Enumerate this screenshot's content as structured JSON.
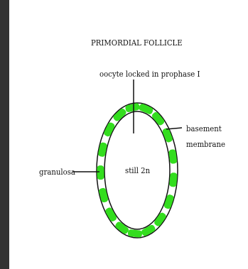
{
  "diagram": {
    "title": "PRIMORDIAL FOLLICLE",
    "labels": {
      "oocyte": "oocyte locked in prophase I",
      "basement_line1": "basement",
      "basement_line2": "membrane",
      "granulosa": "granulosa",
      "center": "still 2n"
    },
    "colors": {
      "background": "#333333",
      "panel": "#ffffff",
      "granulosa_cells": "#33dd1e",
      "outline": "#111111"
    },
    "granulosa_cell_count": 17
  }
}
